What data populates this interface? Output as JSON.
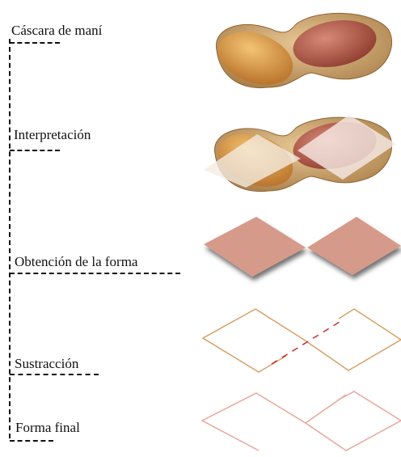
{
  "steps": [
    {
      "label": "Cáscara de maní"
    },
    {
      "label": "Interpretación"
    },
    {
      "label": "Obtención de la forma"
    },
    {
      "label": "Sustracción"
    },
    {
      "label": "Forma final"
    }
  ],
  "colors": {
    "shell": "#c9a06a",
    "shell_dark": "#a67a45",
    "nut_left": "#d8953a",
    "nut_right": "#b65a46",
    "shape_fill": "#d69a8a",
    "line_orange": "#d8a066",
    "line_red": "#cc2d2d",
    "line_final": "#e6a89a"
  },
  "icons": [
    "peanut-image",
    "peanut-overlay-image",
    "diamond-shapes",
    "subtraction-lines",
    "final-shape-lines"
  ]
}
